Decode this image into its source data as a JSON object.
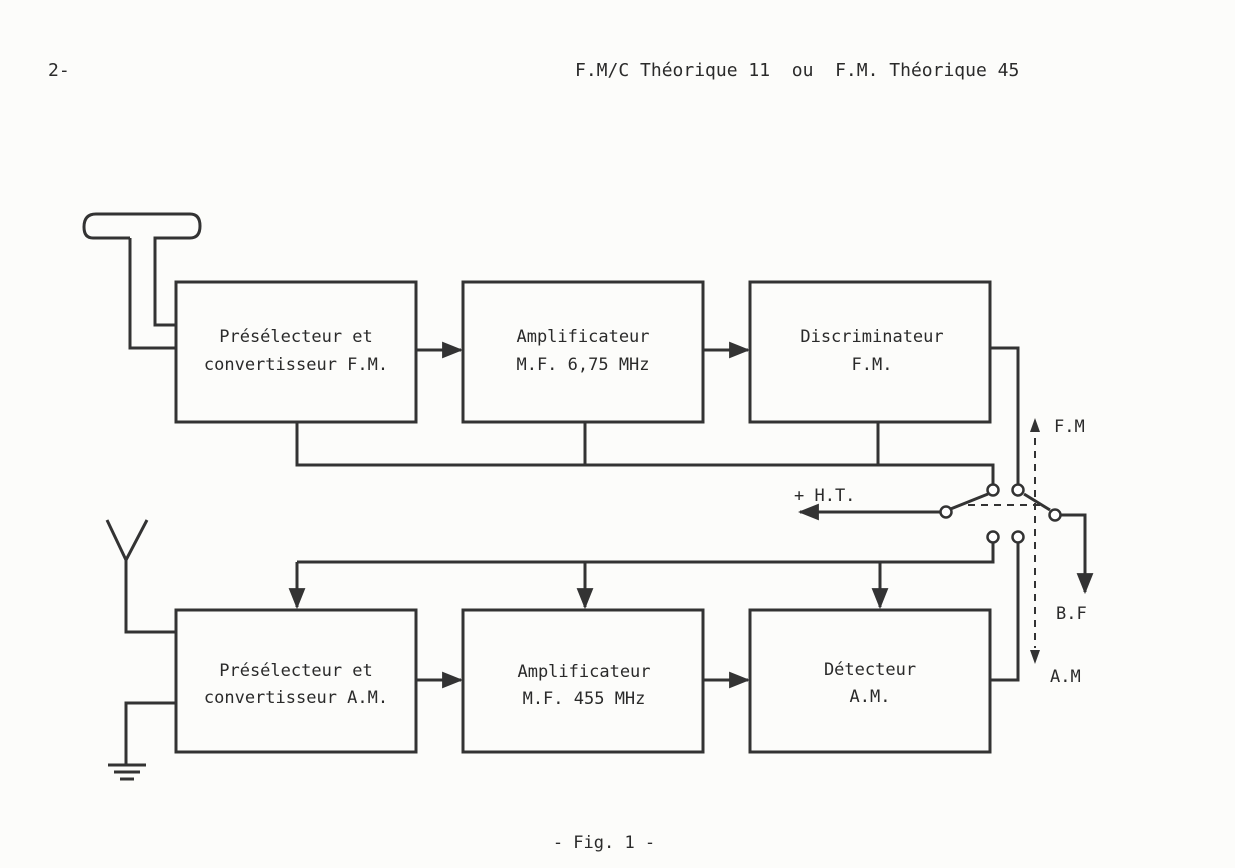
{
  "header": {
    "page_number": "2-",
    "title": "F.M/C Théorique 11  ou  F.M. Théorique 45"
  },
  "blocks": {
    "fm_preselector": [
      "Présélecteur et",
      "convertisseur F.M."
    ],
    "fm_if_amp": [
      "Amplificateur",
      "M.F. 6,75 MHz"
    ],
    "fm_discriminator": [
      "Discriminateur",
      "F.M."
    ],
    "am_preselector": [
      "Présélecteur et",
      "convertisseur A.M."
    ],
    "am_if_amp": [
      "Amplificateur",
      "M.F. 455 MHz"
    ],
    "am_detector": [
      "Détecteur",
      "A.M."
    ]
  },
  "labels": {
    "fm": "F.M",
    "ht": "+ H.T.",
    "bf": "B.F",
    "am": "A.M"
  },
  "caption": "- Fig. 1 -"
}
